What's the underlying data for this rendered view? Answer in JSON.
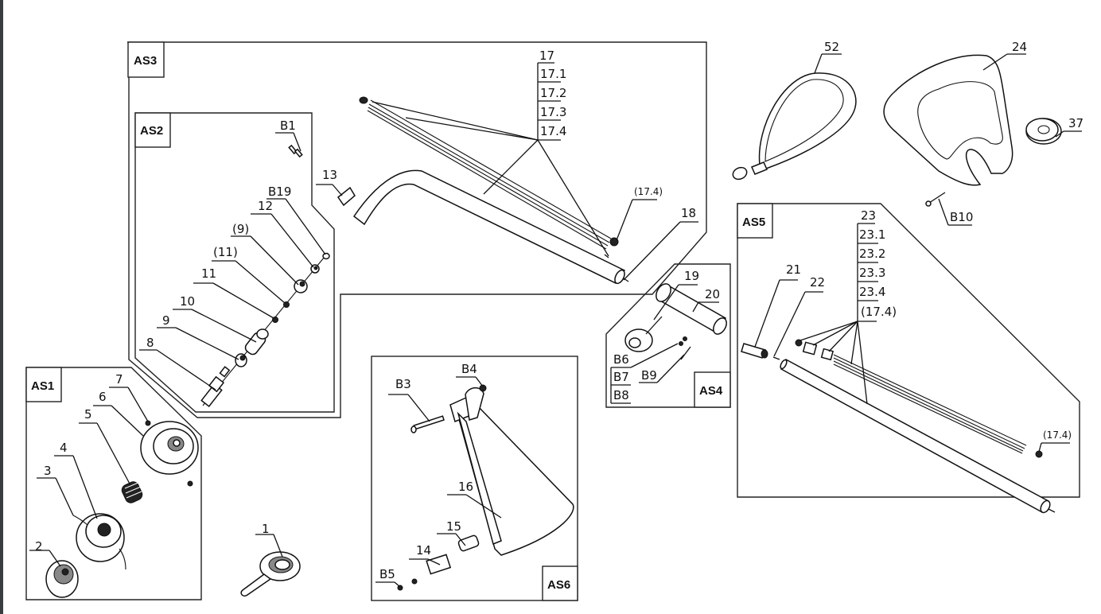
{
  "diagram": {
    "type": "exploded-parts-diagram",
    "assemblies": [
      {
        "id": "as1",
        "tag": "AS1"
      },
      {
        "id": "as2",
        "tag": "AS2"
      },
      {
        "id": "as3",
        "tag": "AS3"
      },
      {
        "id": "as4",
        "tag": "AS4"
      },
      {
        "id": "as5",
        "tag": "AS5"
      },
      {
        "id": "as6",
        "tag": "AS6"
      }
    ],
    "labels": {
      "p1": "1",
      "p2": "2",
      "p3": "3",
      "p4": "4",
      "p5": "5",
      "p6": "6",
      "p7": "7",
      "p8": "8",
      "p9": "9",
      "p10": "10",
      "p11": "11",
      "p11ref": "(11)",
      "p9ref": "(9)",
      "p12": "12",
      "b19": "B19",
      "b1": "B1",
      "p13": "13",
      "p17": "17",
      "p17_1": "17.1",
      "p17_2": "17.2",
      "p17_3": "17.3",
      "p17_4": "17.4",
      "p17_4ref_a": "(17.4)",
      "p18": "18",
      "p19": "19",
      "p20": "20",
      "b6": "B6",
      "b7": "B7",
      "b8": "B8",
      "b9": "B9",
      "p52": "52",
      "p24": "24",
      "p37": "37",
      "b10": "B10",
      "p21": "21",
      "p22": "22",
      "p23": "23",
      "p23_1": "23.1",
      "p23_2": "23.2",
      "p23_3": "23.3",
      "p23_4": "23.4",
      "p17_4ref_b": "(17.4)",
      "p17_4ref_c": "(17.4)",
      "b3": "B3",
      "b4": "B4",
      "p16": "16",
      "p15": "15",
      "p14": "14",
      "b5": "B5"
    }
  }
}
